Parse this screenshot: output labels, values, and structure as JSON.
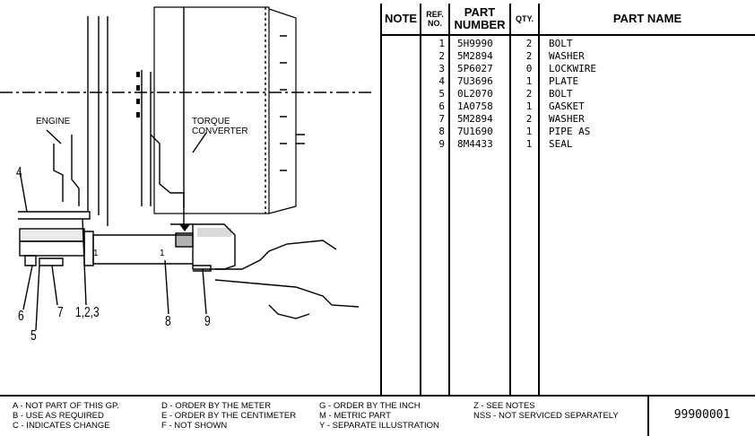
{
  "diagram": {
    "labels": {
      "engine": "ENGINE",
      "torque_converter": "TORQUE\nCONVERTER"
    },
    "callouts": [
      "4",
      "6",
      "5",
      "7",
      "1,2,3",
      "8",
      "9"
    ],
    "part_marks": [
      "1",
      "1"
    ]
  },
  "table": {
    "headers": {
      "note": "NOTE",
      "ref": "REF.\nNO.",
      "part": "PART\nNUMBER",
      "qty": "QTY.",
      "name": "PART NAME"
    },
    "rows": [
      {
        "ref": "1",
        "part": "5H9990",
        "qty": "2",
        "name": "BOLT"
      },
      {
        "ref": "2",
        "part": "5M2894",
        "qty": "2",
        "name": "WASHER"
      },
      {
        "ref": "3",
        "part": "5P6027",
        "qty": "0",
        "name": "LOCKWIRE"
      },
      {
        "ref": "4",
        "part": "7U3696",
        "qty": "1",
        "name": "PLATE"
      },
      {
        "ref": "5",
        "part": "0L2070",
        "qty": "2",
        "name": "BOLT"
      },
      {
        "ref": "6",
        "part": "1A0758",
        "qty": "1",
        "name": "GASKET"
      },
      {
        "ref": "7",
        "part": "5M2894",
        "qty": "2",
        "name": "WASHER"
      },
      {
        "ref": "8",
        "part": "7U1690",
        "qty": "1",
        "name": "PIPE AS"
      },
      {
        "ref": "9",
        "part": "8M4433",
        "qty": "1",
        "name": "SEAL"
      }
    ]
  },
  "footer": {
    "legend": [
      [
        "A - NOT PART OF THIS GP.",
        "B - USE AS REQUIRED",
        "C - INDICATES CHANGE"
      ],
      [
        "D - ORDER BY THE METER",
        "E - ORDER BY THE CENTIMETER",
        "F - NOT SHOWN"
      ],
      [
        "G - ORDER BY THE INCH",
        "M - METRIC PART",
        "Y - SEPARATE ILLUSTRATION"
      ],
      [
        "Z - SEE NOTES",
        "NSS - NOT SERVICED SEPARATELY"
      ]
    ],
    "doc_number": "99900001"
  }
}
